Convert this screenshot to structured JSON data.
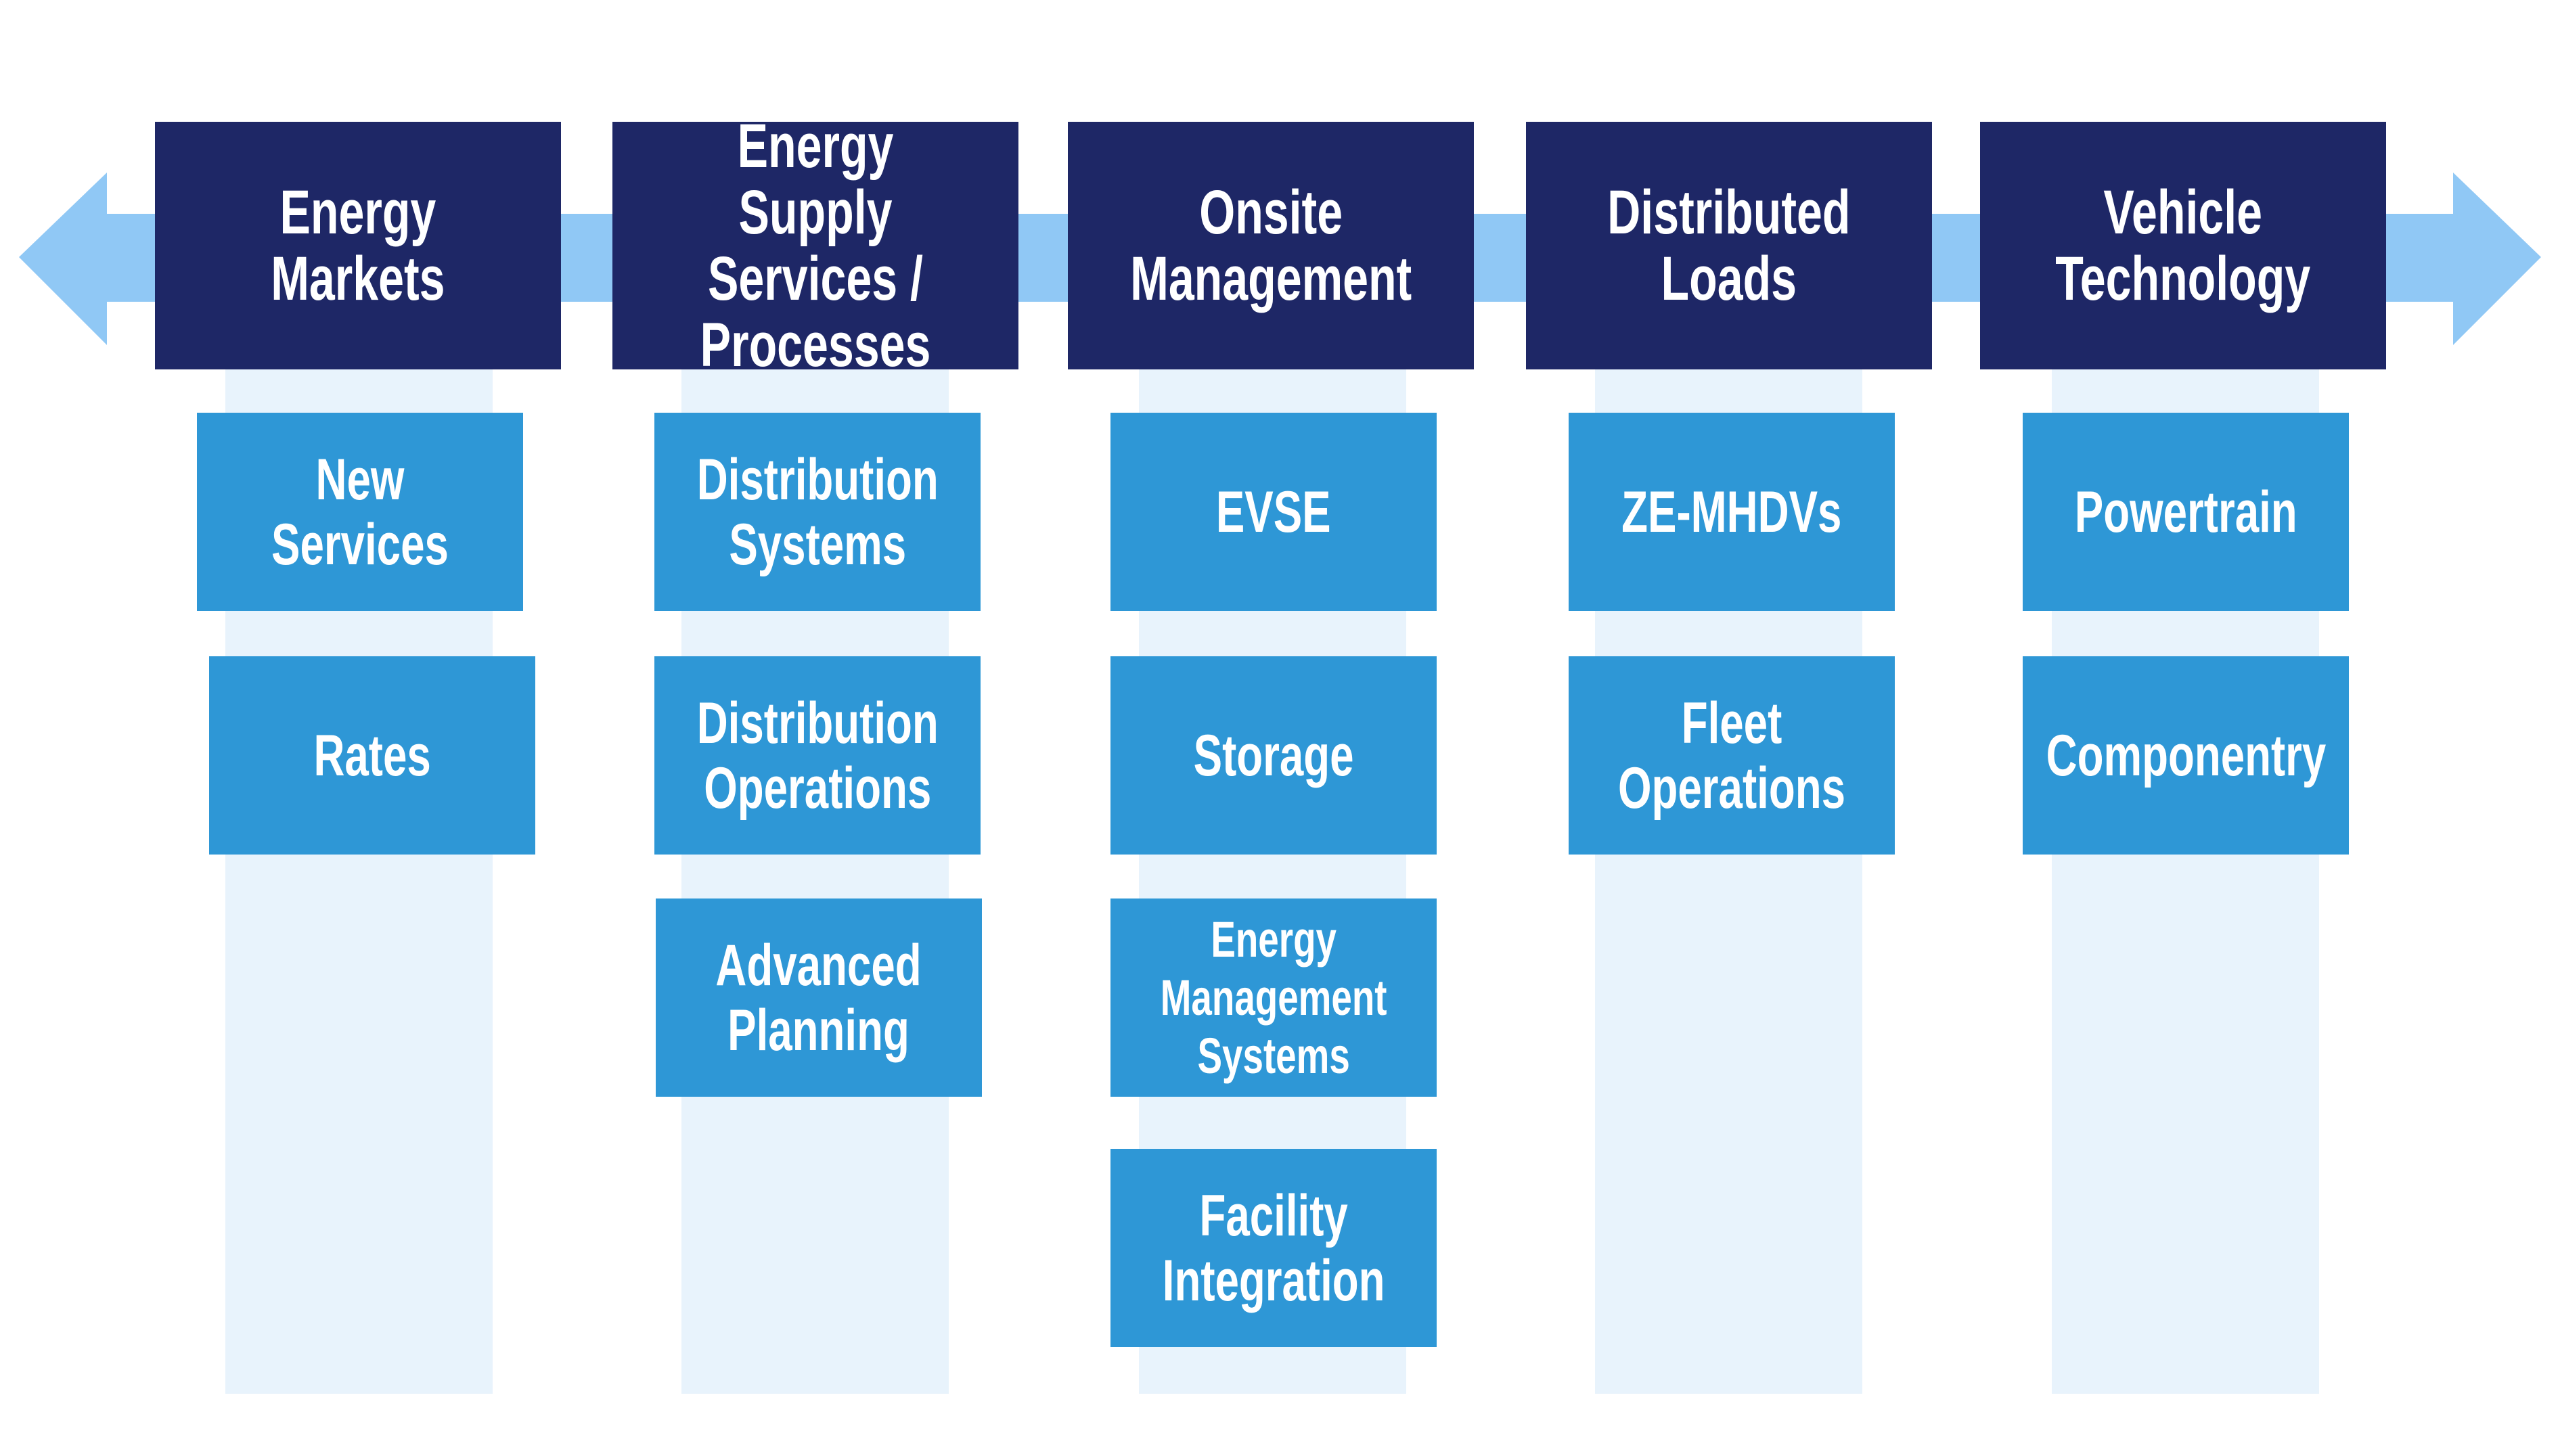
{
  "colors": {
    "header_bg": "#1e2766",
    "item_bg": "#2e97d6",
    "track_bg": "#e8f3fc",
    "arrow": "#90c8f5",
    "text": "#ffffff"
  },
  "columns": [
    {
      "header": "Energy\nMarkets",
      "items": [
        "New\nServices",
        "Rates"
      ]
    },
    {
      "header": "Energy Supply\nServices /\nProcesses",
      "items": [
        "Distribution\nSystems",
        "Distribution\nOperations",
        "Advanced\nPlanning"
      ]
    },
    {
      "header": "Onsite\nManagement",
      "items": [
        "EVSE",
        "Storage",
        "Energy\nManagement\nSystems",
        "Facility\nIntegration"
      ]
    },
    {
      "header": "Distributed\nLoads",
      "items": [
        "ZE-MHDVs",
        "Fleet\nOperations"
      ]
    },
    {
      "header": "Vehicle\nTechnology",
      "items": [
        "Powertrain",
        "Componentry"
      ]
    }
  ]
}
